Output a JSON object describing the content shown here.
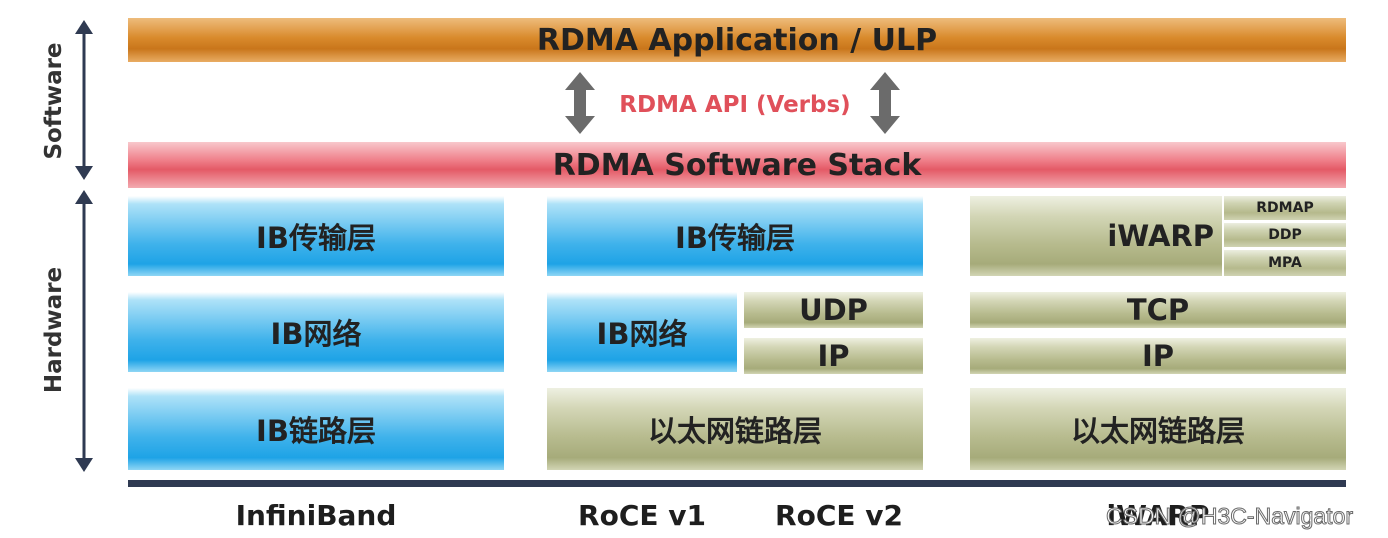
{
  "top_bars": {
    "application": "RDMA Application / ULP",
    "api": "RDMA API  (Verbs)",
    "software_stack": "RDMA Software Stack"
  },
  "side_labels": {
    "software": "Software",
    "hardware": "Hardware"
  },
  "infiniband": {
    "transport": "IB传输层",
    "network": "IB网络",
    "link": "IB链路层"
  },
  "roce": {
    "transport": "IB传输层",
    "network": "IB网络",
    "udp": "UDP",
    "ip": "IP",
    "link": "以太网链路层"
  },
  "iwarp": {
    "main": "iWARP",
    "rdmap": "RDMAP",
    "ddp": "DDP",
    "mpa": "MPA",
    "tcp": "TCP",
    "ip": "IP",
    "link": "以太网链路层"
  },
  "bottom_labels": {
    "infiniband": "InfiniBand",
    "roce_v1": "RoCE v1",
    "roce_v2": "RoCE v2",
    "iwarp": "iWARP"
  },
  "watermark": "CSDN @H3C-Navigator",
  "colors": {
    "application_bar": "#d98a2c",
    "software_stack_bar": "#e45a66",
    "ib_blocks": "#1ea3e6",
    "ethernet_blocks": "#b7bb8e",
    "api_text": "#e0505a",
    "axis_arrows": "#2f3a52"
  }
}
